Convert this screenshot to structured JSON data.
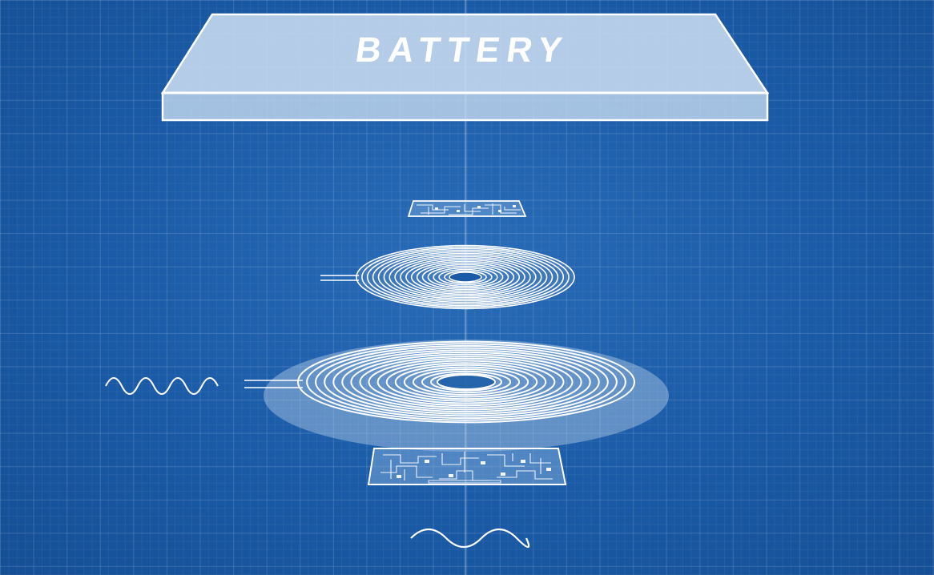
{
  "battery": {
    "label": "BATTERY"
  },
  "colors": {
    "background": "#1a5aa6",
    "line": "#ffffff",
    "panel": "#c7d9ee"
  },
  "parts": [
    "battery-block",
    "small-circuit-board",
    "receiver-coil",
    "transmitter-coil",
    "large-circuit-board",
    "input-wave",
    "output-wave"
  ]
}
